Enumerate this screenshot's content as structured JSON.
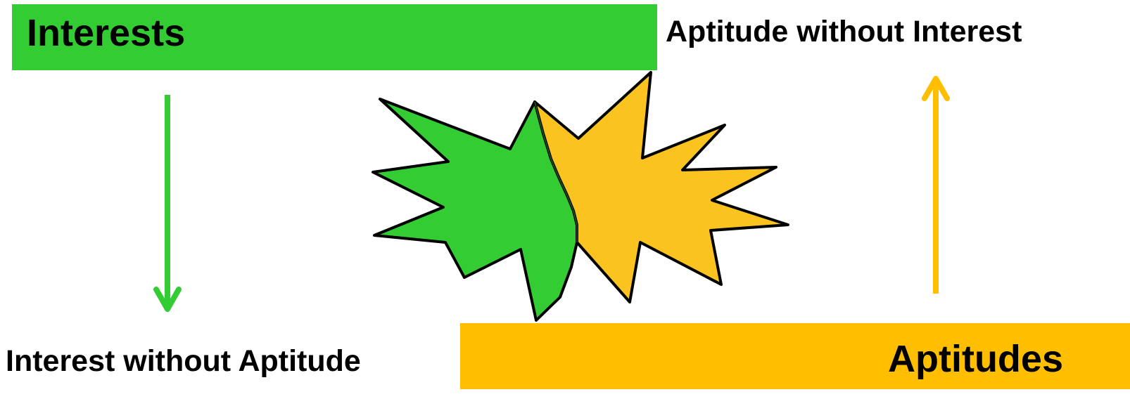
{
  "labels": {
    "interests": "Interests",
    "aptitudes": "Aptitudes",
    "aptitude_without_interest": "Aptitude without Interest",
    "interest_without_aptitude": "Interest without Aptitude"
  },
  "colors": {
    "interest_green": "#33cc33",
    "aptitude_yellow": "#ffbf00",
    "burst_yellow": "#fbc320",
    "outline": "#000000",
    "background": "#ffffff"
  }
}
